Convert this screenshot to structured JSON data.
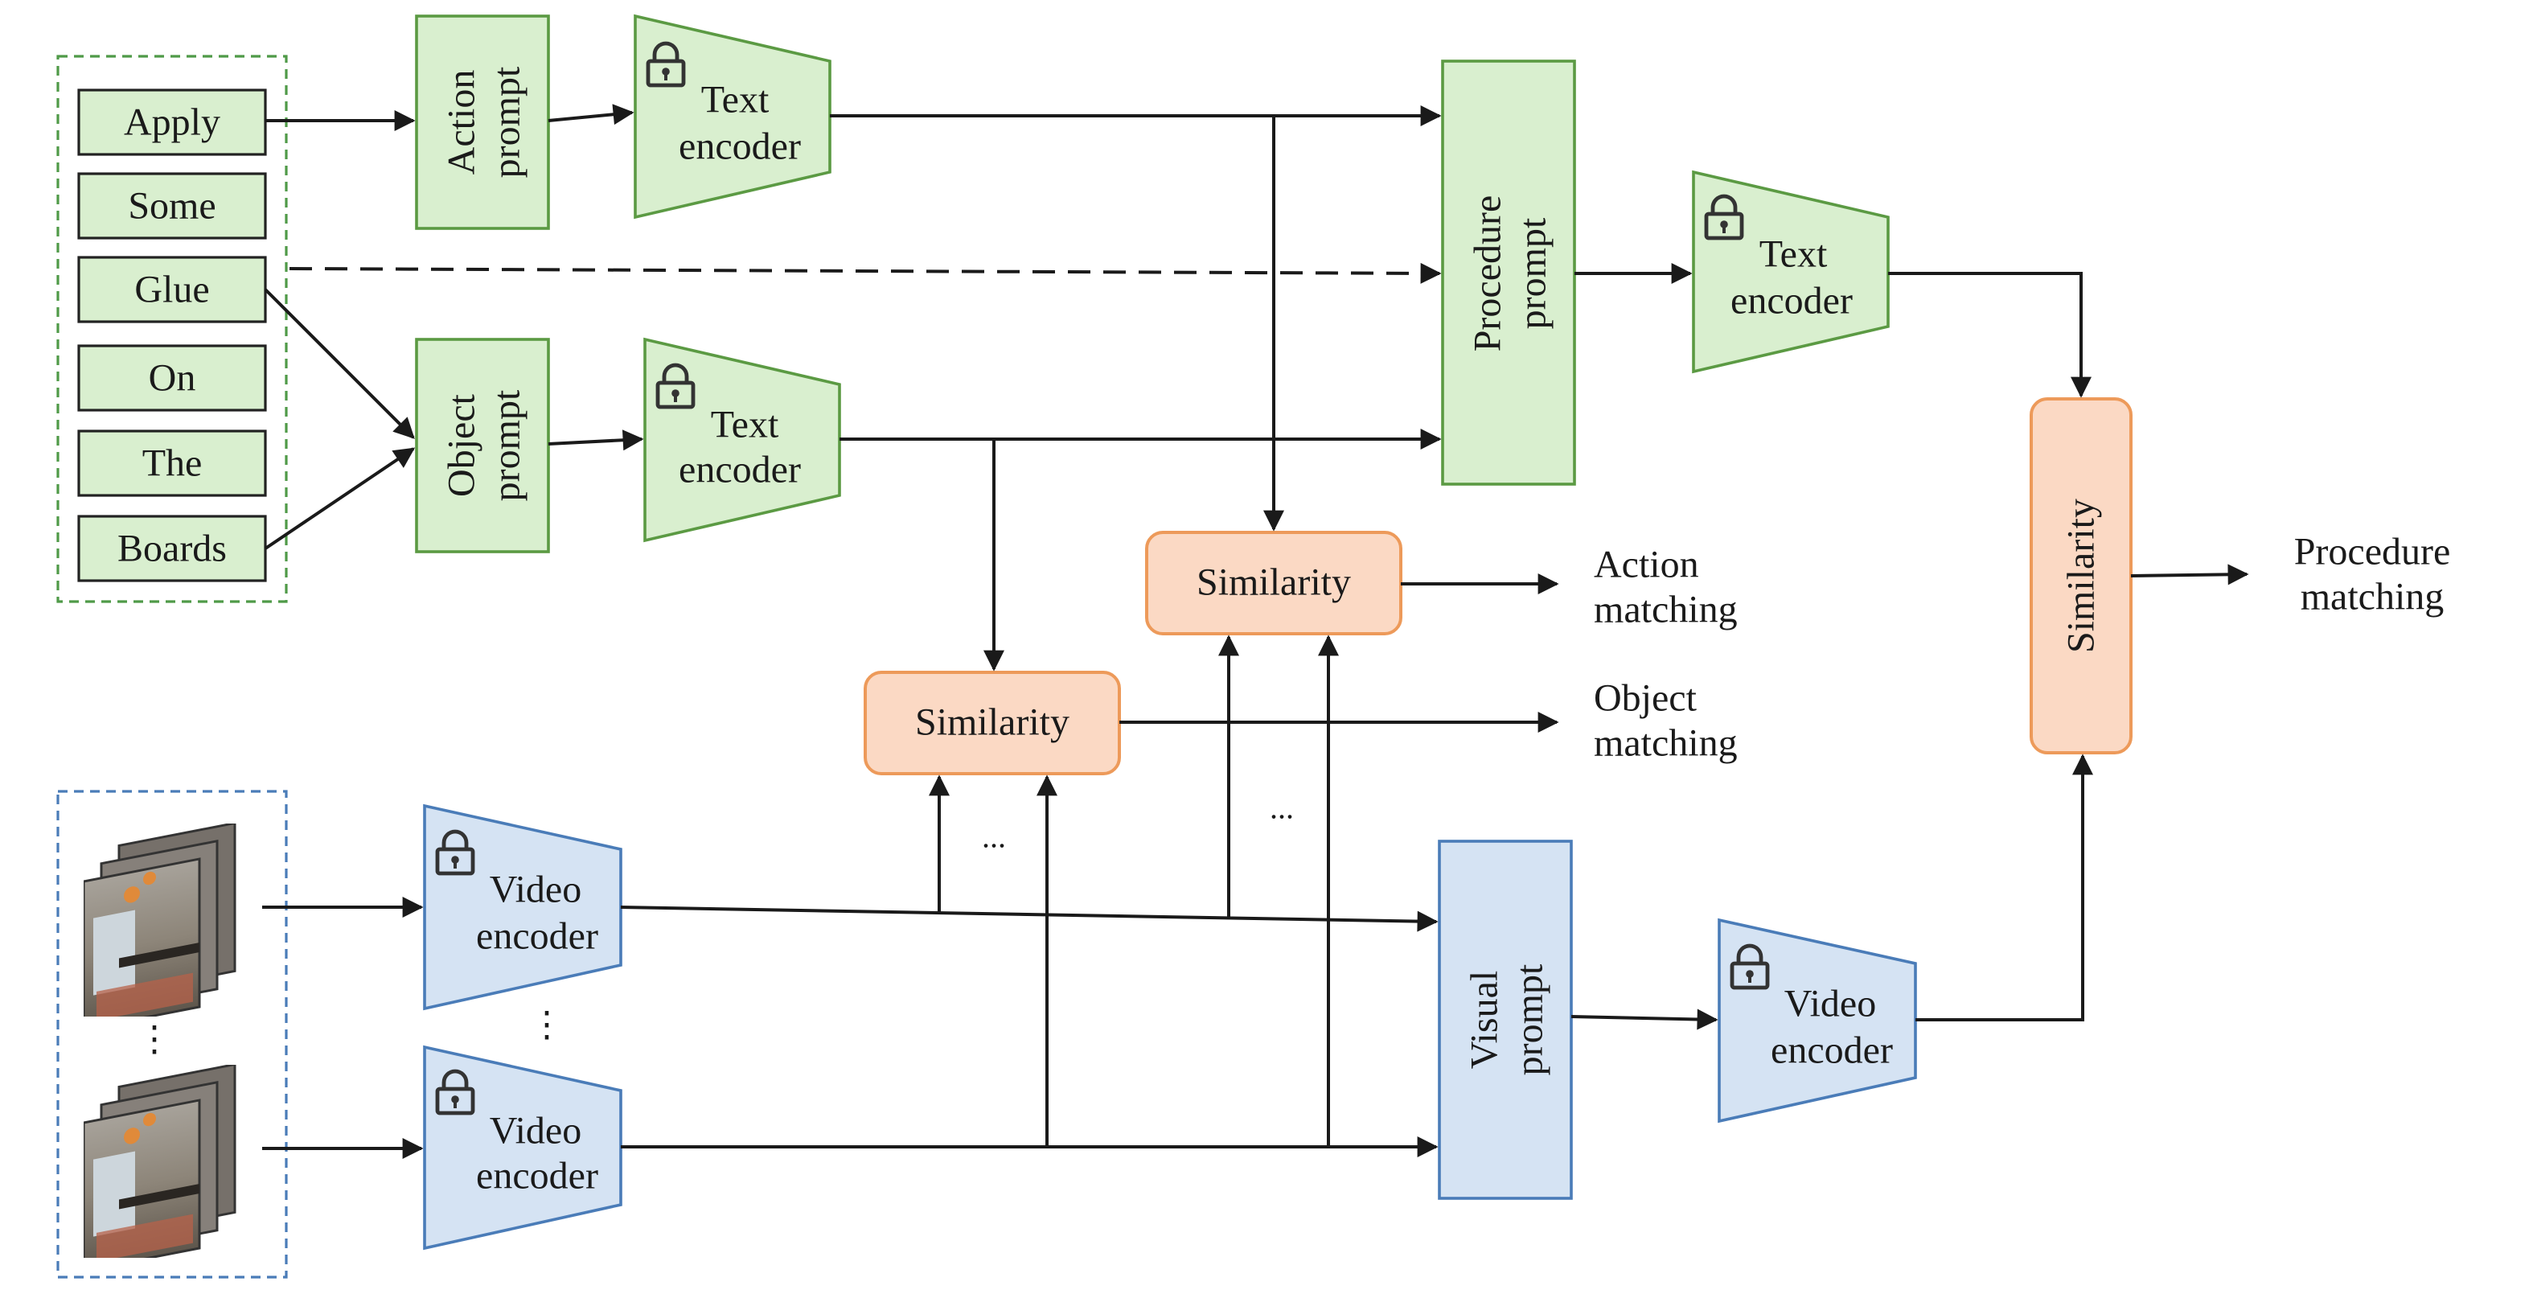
{
  "words": [
    "Apply",
    "Some",
    "Glue",
    "On",
    "The",
    "Boards"
  ],
  "prompts": {
    "action": [
      "Action",
      "prompt"
    ],
    "object": [
      "Object",
      "prompt"
    ],
    "procedure": [
      "Procedure",
      "prompt"
    ],
    "visual": [
      "Visual",
      "prompt"
    ]
  },
  "encoders": {
    "text": [
      "Text",
      "encoder"
    ],
    "video": [
      "Video",
      "encoder"
    ]
  },
  "similarity_label": "Similarity",
  "outputs": {
    "action": [
      "Action",
      "matching"
    ],
    "object": [
      "Object",
      "matching"
    ],
    "procedure": [
      "Procedure",
      "matching"
    ]
  },
  "ellipsis": "...",
  "vertical_ellipsis": "⋮",
  "colors": {
    "green_fill": "#d9efcf",
    "green_stroke": "#5b9a43",
    "blue_fill": "#d5e3f3",
    "blue_stroke": "#4a7cb8",
    "orange_fill": "#fbd9c4",
    "orange_stroke": "#ed9a5a",
    "word_fill": "#d9efcf",
    "word_stroke": "#222222",
    "line": "#1a1a1a"
  },
  "icons": [
    "lock-icon",
    "video-frames-icon"
  ]
}
